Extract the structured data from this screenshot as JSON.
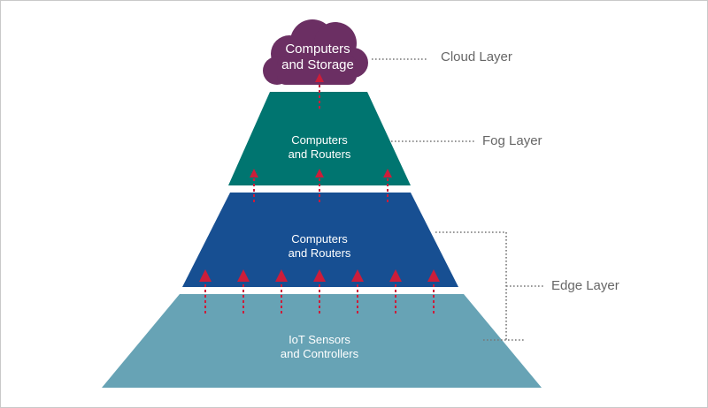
{
  "layers": {
    "cloud": {
      "label": "Cloud Layer",
      "line1": "Computers",
      "line2": "and Storage",
      "color": "#6b2f63"
    },
    "fog": {
      "label": "Fog Layer",
      "line1": "Computers",
      "line2": "and Routers",
      "color": "#007570"
    },
    "edge": {
      "label": "Edge Layer",
      "upper": {
        "line1": "Computers",
        "line2": "and Routers",
        "color": "#174f92"
      },
      "lower": {
        "line1": "IoT Sensors",
        "line2": "and Controllers",
        "color": "#67a3b5"
      }
    }
  },
  "colors": {
    "arrow": "#cc1d3a",
    "leader_line": "#777777",
    "side_label_text": "#666666"
  }
}
